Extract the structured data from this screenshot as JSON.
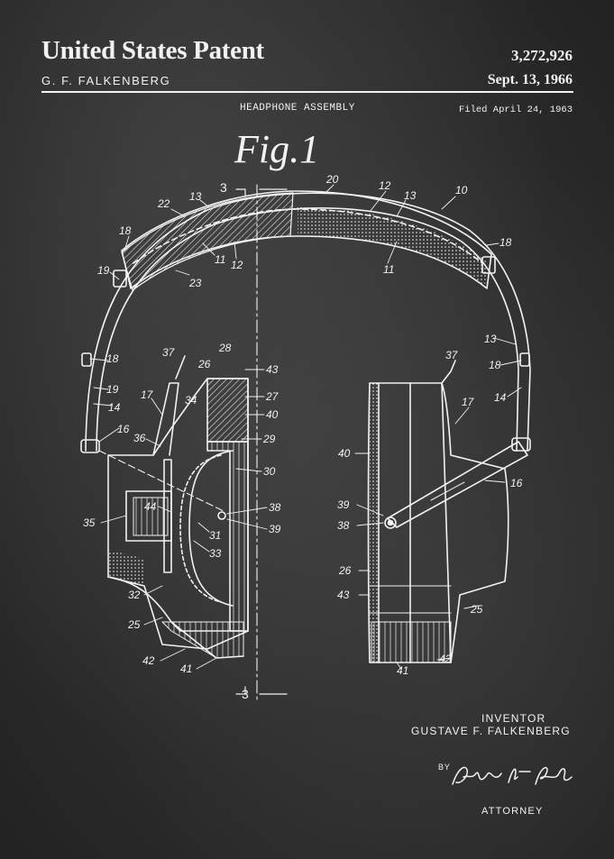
{
  "header": {
    "title": "United States Patent",
    "patent_number": "3,272,926",
    "inventor_short": "G. F. FALKENBERG",
    "patent_date": "Sept. 13, 1966"
  },
  "document": {
    "title": "HEADPHONE ASSEMBLY",
    "filed": "Filed April 24, 1963",
    "figure": "Fig.1",
    "section_marker": "3"
  },
  "reference_numerals": {
    "n10": "10",
    "n11": "11",
    "n12": "12",
    "n13": "13",
    "n14": "14",
    "n16": "16",
    "n17": "17",
    "n18": "18",
    "n19": "19",
    "n20": "20",
    "n22": "22",
    "n23": "23",
    "n25": "25",
    "n26": "26",
    "n27": "27",
    "n28": "28",
    "n29": "29",
    "n30": "30",
    "n31": "31",
    "n32": "32",
    "n33": "33",
    "n34": "34",
    "n35": "35",
    "n36": "36",
    "n37": "37",
    "n38": "38",
    "n39": "39",
    "n40": "40",
    "n41": "41",
    "n42": "42",
    "n43": "43",
    "n44": "44"
  },
  "footer": {
    "inventor_caption": "INVENTOR",
    "inventor_name": "GUSTAVE F. FALKENBERG",
    "by_label": "BY",
    "signature_name": "Arthur H. Seidel",
    "attorney_caption": "ATTORNEY"
  },
  "colors": {
    "chalk": "#f2f2f2",
    "board": "#2b2b2b"
  }
}
